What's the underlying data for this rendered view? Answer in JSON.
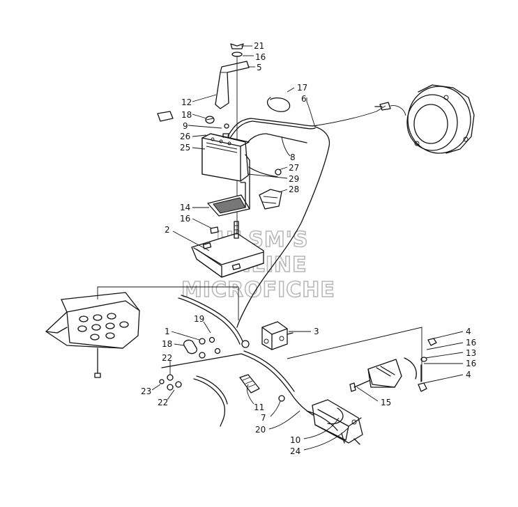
{
  "watermark": {
    "line1": "HLSM'S",
    "line2": "ONLINE",
    "line3": "MICROFICHE"
  },
  "callouts": [
    {
      "id": "c21",
      "label": "21"
    },
    {
      "id": "c16a",
      "label": "16"
    },
    {
      "id": "c5",
      "label": "5"
    },
    {
      "id": "c12",
      "label": "12"
    },
    {
      "id": "c17",
      "label": "17"
    },
    {
      "id": "c6",
      "label": "6"
    },
    {
      "id": "c18a",
      "label": "18"
    },
    {
      "id": "c9",
      "label": "9"
    },
    {
      "id": "c26",
      "label": "26"
    },
    {
      "id": "c25",
      "label": "25"
    },
    {
      "id": "c8",
      "label": "8"
    },
    {
      "id": "c27",
      "label": "27"
    },
    {
      "id": "c29",
      "label": "29"
    },
    {
      "id": "c28",
      "label": "28"
    },
    {
      "id": "c14",
      "label": "14"
    },
    {
      "id": "c16b",
      "label": "16"
    },
    {
      "id": "c2",
      "label": "2"
    },
    {
      "id": "c19",
      "label": "19"
    },
    {
      "id": "c3",
      "label": "3"
    },
    {
      "id": "c1",
      "label": "1"
    },
    {
      "id": "c18b",
      "label": "18"
    },
    {
      "id": "c22a",
      "label": "22"
    },
    {
      "id": "c23",
      "label": "23"
    },
    {
      "id": "c22b",
      "label": "22"
    },
    {
      "id": "c11",
      "label": "11"
    },
    {
      "id": "c7",
      "label": "7"
    },
    {
      "id": "c20",
      "label": "20"
    },
    {
      "id": "c10",
      "label": "10"
    },
    {
      "id": "c24",
      "label": "24"
    },
    {
      "id": "c4a",
      "label": "4"
    },
    {
      "id": "c16c",
      "label": "16"
    },
    {
      "id": "c13",
      "label": "13"
    },
    {
      "id": "c16d",
      "label": "16"
    },
    {
      "id": "c4b",
      "label": "4"
    },
    {
      "id": "c15",
      "label": "15"
    }
  ]
}
